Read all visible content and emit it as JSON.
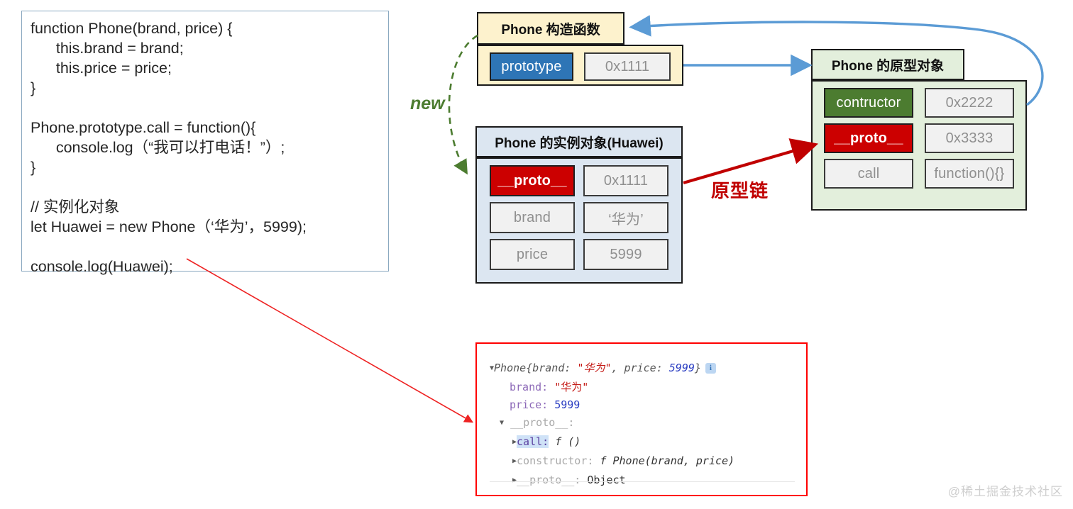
{
  "code_panel": {
    "lines": [
      "function Phone(brand, price) {",
      "      this.brand = brand;",
      "      this.price = price;",
      "}",
      "",
      "Phone.prototype.call = function(){",
      "      console.log（“我可以打电话！”）;",
      "}",
      "",
      "// 实例化对象",
      "let Huawei = new Phone（‘华为’，5999);",
      "",
      "console.log(Huawei);"
    ]
  },
  "constructor_box": {
    "title": "Phone 构造函数",
    "rows": [
      {
        "key": "prototype",
        "value": "0x1111"
      }
    ]
  },
  "instance_box": {
    "title": "Phone 的实例对象(Huawei)",
    "rows": [
      {
        "key": "__proto__",
        "value": "0x1111"
      },
      {
        "key": "brand",
        "value": "‘华为’"
      },
      {
        "key": "price",
        "value": "5999"
      }
    ]
  },
  "prototype_box": {
    "title": "Phone 的原型对象",
    "rows": [
      {
        "key": "contructor",
        "value": "0x2222"
      },
      {
        "key": "__proto__",
        "value": "0x3333"
      },
      {
        "key": "call",
        "value": "function(){}"
      }
    ]
  },
  "labels": {
    "new": "new",
    "prototype_chain": "原型链"
  },
  "console_panel": {
    "line1": {
      "name": "Phone",
      "brace_open": "{brand: ",
      "brand_value": "\"华为\"",
      "comma": ", price: ",
      "price_value": "5999",
      "brace_close": "}",
      "info_icon": "i"
    },
    "line2": {
      "key": "brand:",
      "value": "\"华为\""
    },
    "line3": {
      "key": "price:",
      "value": "5999"
    },
    "line4": {
      "key": "__proto__:"
    },
    "line5": {
      "key": "call:",
      "value": "f ()"
    },
    "line6": {
      "key": "constructor:",
      "value": "f Phone(brand, price)"
    },
    "line7": {
      "key": "__proto__:",
      "value": "Object"
    }
  },
  "watermark": "@稀土掘金技术社区",
  "colors": {
    "accent_blue": "#2e75b6",
    "accent_red": "#cc0000",
    "accent_green": "#4c7c30",
    "ctor_bg": "#fdf2cd",
    "instance_bg": "#dce6f1",
    "prototype_bg": "#e3efdc",
    "arrow_blue": "#5b9bd5",
    "arrow_red": "#c00000",
    "arrow_green": "#4c7c30",
    "console_border": "#ff0000"
  }
}
